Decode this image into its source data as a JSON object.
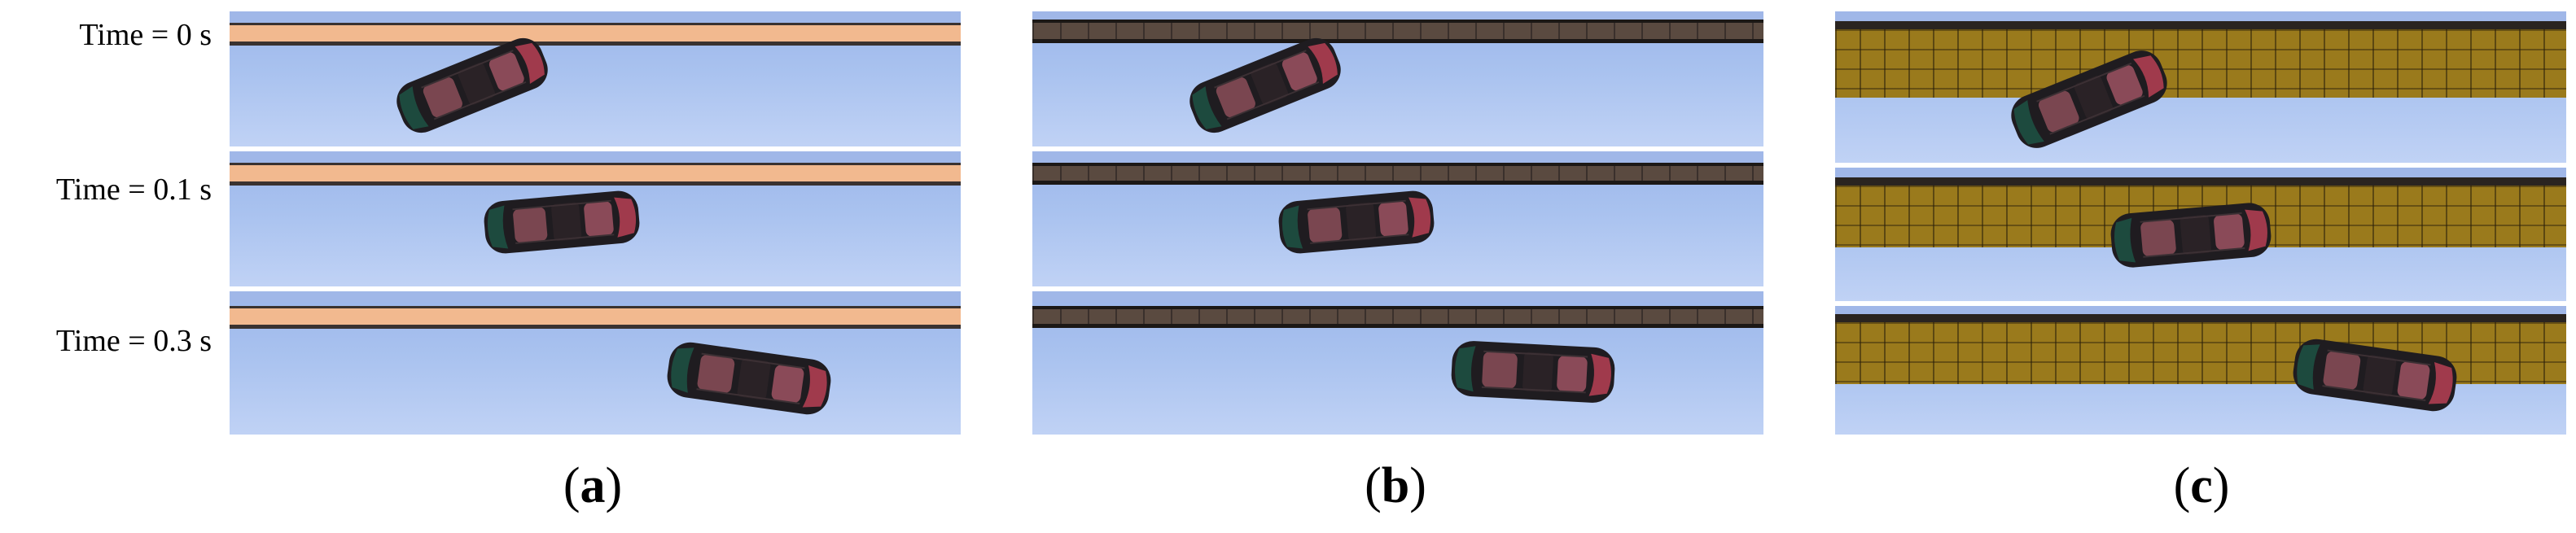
{
  "time_labels": [
    "Time = 0 s",
    "Time = 0.1 s",
    "Time = 0.3 s"
  ],
  "panel_labels": [
    {
      "open": "(",
      "letter": "a",
      "close": ")"
    },
    {
      "open": "(",
      "letter": "b",
      "close": ")"
    },
    {
      "open": "(",
      "letter": "c",
      "close": ")"
    }
  ],
  "colors": {
    "road_blue": "#a9c2ef",
    "barrier_a_face": "#f2b98f",
    "barrier_dark": "#2a2522",
    "barrier_c_mesh": "#9a7a1c",
    "car_body": "#1f1c20",
    "car_cabin": "#7a4650",
    "car_front": "#a03a4c",
    "car_rear": "#1d4a3e"
  }
}
